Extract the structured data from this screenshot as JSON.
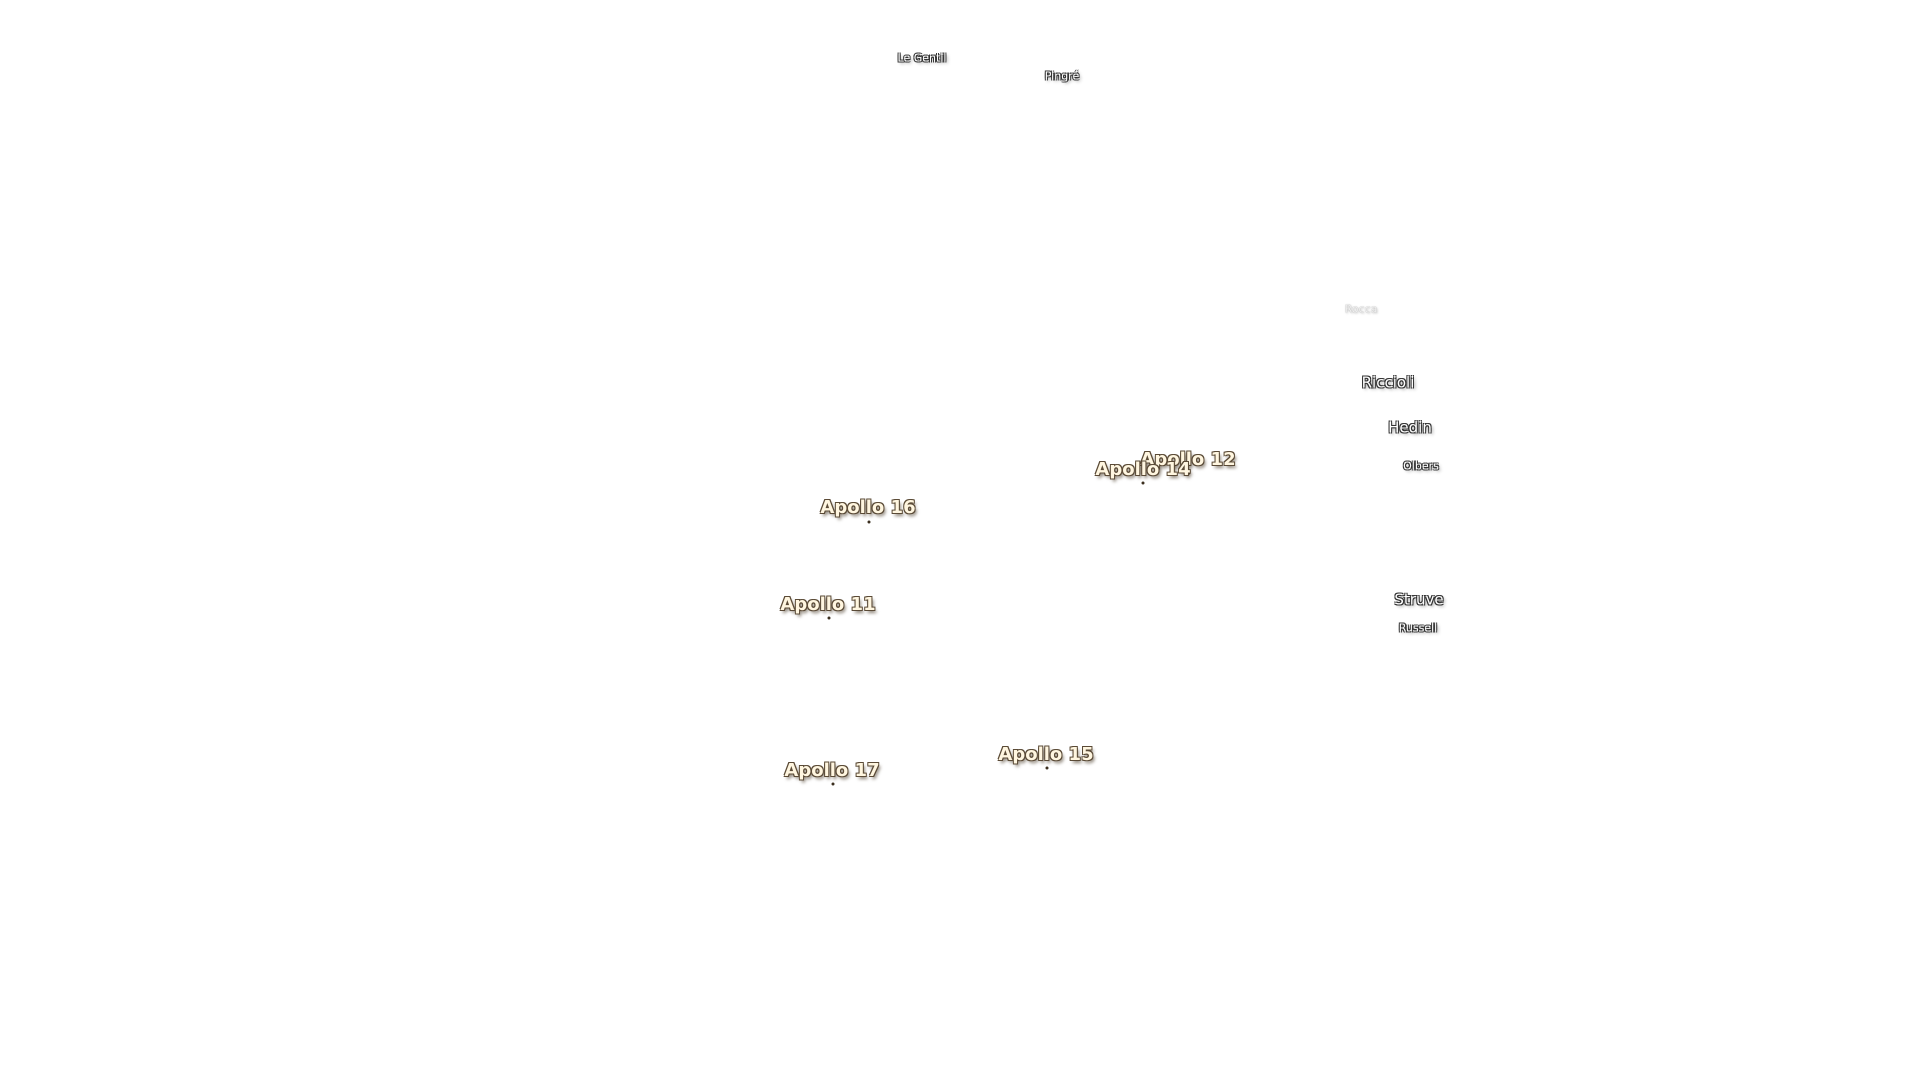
{
  "map": {
    "crater_labels": {
      "le_gentil": "Le Gentil",
      "pingre": "Pingré",
      "rocca": "Rocca",
      "riccioli": "Riccioli",
      "hedin": "Hedin",
      "olbers": "Olbers",
      "struve": "Struve",
      "russell": "Russell"
    },
    "landing_sites": {
      "apollo_11": "Apollo 11",
      "apollo_12": "Apollo 12",
      "apollo_14": "Apollo 14",
      "apollo_15": "Apollo 15",
      "apollo_16": "Apollo 16",
      "apollo_17": "Apollo 17"
    },
    "colors": {
      "background": "#ffffff",
      "crater_text": "#ffffff",
      "apollo_text": "#fff6e0",
      "apollo_outline": "#5a4a36"
    }
  }
}
